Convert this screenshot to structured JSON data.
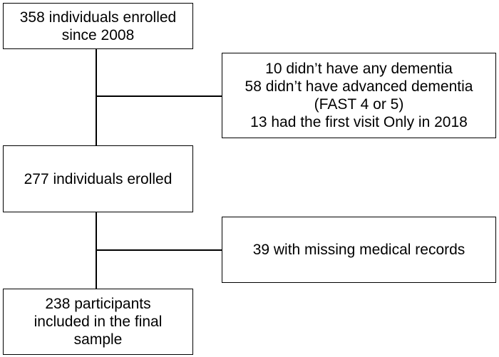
{
  "flowchart": {
    "enrolled_2008": {
      "lines": [
        "358 individuals enrolled",
        "since 2008"
      ]
    },
    "exclusions_1": {
      "lines": [
        "10 didn’t have any dementia",
        "58 didn’t have advanced dementia",
        "(FAST 4 or 5)",
        "13 had the first visit Only in 2018"
      ]
    },
    "enrolled_277": {
      "lines": [
        "277 individuals erolled"
      ]
    },
    "exclusions_2": {
      "lines": [
        "39 with missing medical records"
      ]
    },
    "final_sample": {
      "lines": [
        "238 participants",
        "included in the final",
        "sample"
      ]
    }
  }
}
